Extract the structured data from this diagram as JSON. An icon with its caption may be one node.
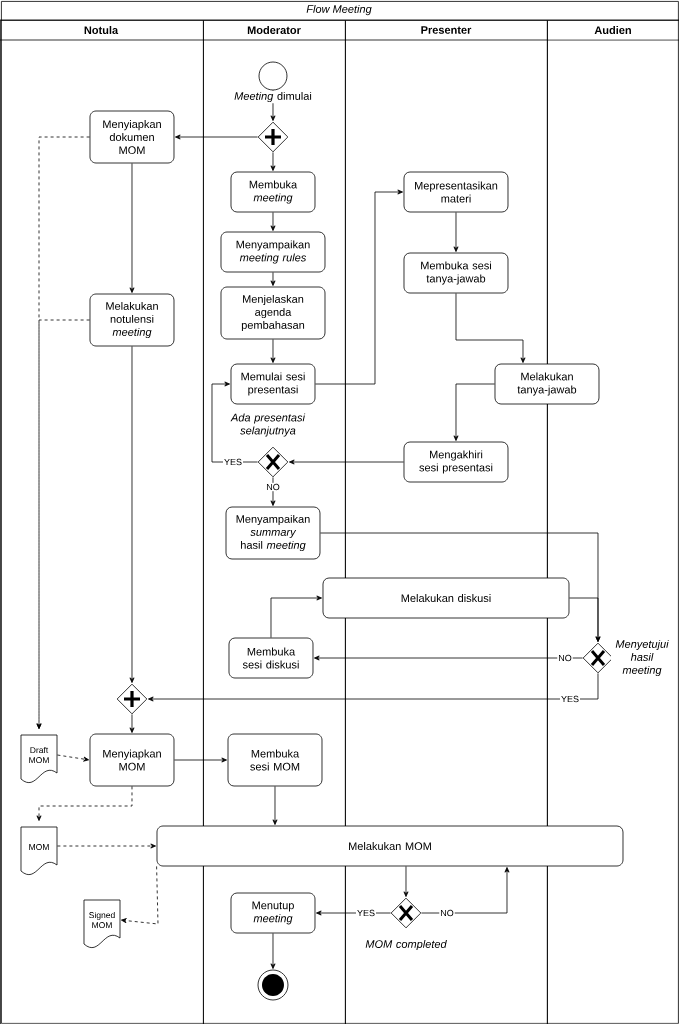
{
  "diagram": {
    "title": "Flow Meeting",
    "nodes": [
      {
        "text": [],
        "shape": "box"
      },
      {
        "text": [
          "Notula"
        ],
        "in": 0
      },
      {
        "text": [
          "Moderator"
        ],
        "in": 0
      },
      {
        "text": [
          "Presenter"
        ],
        "in": 0
      },
      {
        "text": [
          "Audien"
        ],
        "in": 0
      },
      {
        "text": [],
        "shape": "circle",
        "beside": [
          "*Meeting* dimulai"
        ],
        "in": 2
      },
      {
        "text": [],
        "shape": "diamond",
        "in": 2
      },
      {
        "text": [
          "Menyiapkan dokumen MOM"
        ],
        "in": 1
      },
      {
        "text": [
          "Membuka *meeting*"
        ],
        "in": 2
      },
      {
        "text": [
          "Menyampaikan *meeting rules*"
        ],
        "in": 2
      },
      {
        "text": [
          "Menjelaskan agenda pembahasan"
        ],
        "in": 2
      },
      {
        "text": [
          "Melakukan notulensi *meeting*"
        ],
        "in": 1
      },
      {
        "text": [
          "Mepresentasikan materi"
        ],
        "in": 3
      },
      {
        "text": [
          "Membuka sesi tanya-jawab"
        ],
        "in": 3
      },
      {
        "text": [
          "Memulai sesi presentasi"
        ],
        "in": 2
      },
      {
        "text": [
          "Melakukan tanya-jawab"
        ],
        "in": 0
      },
      {
        "text": [],
        "shape": "diamond",
        "beside": [
          "Ada presentasi selanjutnya"
        ],
        "in": 2
      },
      {
        "text": [
          "Mengakhiri sesi presentasi"
        ],
        "in": 3
      },
      {
        "text": [
          "Menyampaikan *summary* hasil *meeting*"
        ],
        "in": 2
      },
      {
        "text": [
          "Melakukan diskusi"
        ],
        "in": 0
      },
      {
        "text": [
          "Membuka sesi diskusi"
        ],
        "in": 2
      },
      {
        "text": [],
        "shape": "diamond",
        "beside": [
          "Menyetujui hasil meeting"
        ],
        "in": 4
      },
      {
        "text": [],
        "shape": "diamond",
        "in": 1
      },
      {
        "text": [
          "Draft MOM"
        ],
        "in": 1
      },
      {
        "text": [
          "Menyiapkan MOM"
        ],
        "in": 1
      },
      {
        "text": [
          "Membuka sesi MOM"
        ],
        "in": 2
      },
      {
        "text": [
          "MOM"
        ],
        "in": 1
      },
      {
        "text": [
          "Melakukan MOM"
        ],
        "in": 0
      },
      {
        "text": [
          "Signed MOM"
        ],
        "in": 1
      },
      {
        "text": [],
        "shape": "diamond",
        "beside": [
          "MOM completed"
        ],
        "in": 3
      },
      {
        "text": [
          "Menutup *meeting*"
        ],
        "in": 2
      },
      {
        "text": [],
        "shape": "circle",
        "in": 2
      }
    ],
    "edges": [
      {
        "from": 5,
        "to": 6,
        "arrow": "to"
      },
      {
        "from": 6,
        "to": 7,
        "arrow": "to"
      },
      {
        "from": 6,
        "to": 8,
        "arrow": "to"
      },
      {
        "from": 8,
        "to": 9,
        "arrow": "to"
      },
      {
        "from": 9,
        "to": 10,
        "arrow": "to"
      },
      {
        "from": 10,
        "to": 14,
        "arrow": "to"
      },
      {
        "from": 7,
        "to": 11,
        "arrow": "to"
      },
      {
        "from": 14,
        "to": 12,
        "arrow": "to"
      },
      {
        "from": 12,
        "to": 13,
        "arrow": "to"
      },
      {
        "from": 13,
        "to": 15,
        "arrow": "to"
      },
      {
        "from": 15,
        "to": 17,
        "arrow": "to"
      },
      {
        "from": 17,
        "to": 16,
        "arrow": "to"
      },
      {
        "from": 16,
        "to": 14,
        "arrow": "to",
        "label": "YES"
      },
      {
        "from": 16,
        "to": 18,
        "arrow": "to",
        "label": "NO"
      },
      {
        "from": 18,
        "to": 21,
        "arrow": "to"
      },
      {
        "from": 21,
        "to": 20,
        "arrow": "to",
        "label": "NO"
      },
      {
        "from": 20,
        "to": 19,
        "arrow": "to"
      },
      {
        "from": 19,
        "to": 21,
        "arrow": "to"
      },
      {
        "from": 21,
        "to": 22,
        "arrow": "to",
        "label": "YES"
      },
      {
        "from": 11,
        "to": 22,
        "arrow": "to"
      },
      {
        "from": 22,
        "to": 24,
        "arrow": "to"
      },
      {
        "from": 7,
        "to": 23,
        "arrow": "to",
        "style": "dashed"
      },
      {
        "from": 11,
        "to": 23,
        "arrow": "to",
        "style": "dashed"
      },
      {
        "from": 23,
        "to": 24,
        "arrow": "to",
        "style": "dashed"
      },
      {
        "from": 24,
        "to": 26,
        "arrow": "to",
        "style": "dashed"
      },
      {
        "from": 24,
        "to": 25,
        "arrow": "to"
      },
      {
        "from": 25,
        "to": 27,
        "arrow": "to"
      },
      {
        "from": 26,
        "to": 27,
        "arrow": "to",
        "style": "dashed"
      },
      {
        "from": 27,
        "to": 28,
        "arrow": "to",
        "style": "dashed"
      },
      {
        "from": 27,
        "to": 29,
        "arrow": "to"
      },
      {
        "from": 29,
        "to": 30,
        "arrow": "to",
        "label": "YES"
      },
      {
        "from": 29,
        "to": 27,
        "arrow": "to",
        "label": "NO"
      },
      {
        "from": 30,
        "to": 31,
        "arrow": "to"
      }
    ]
  }
}
